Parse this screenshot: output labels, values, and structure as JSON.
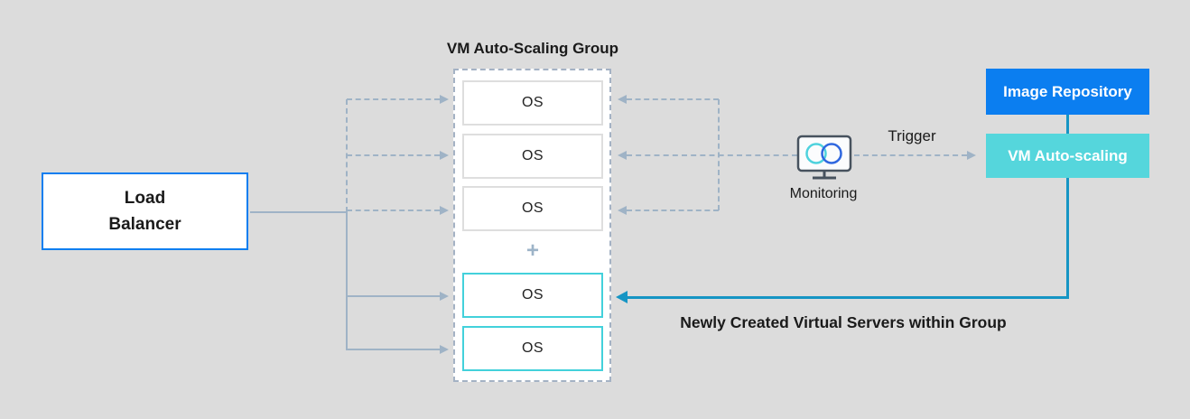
{
  "colors": {
    "canvas_bg": "#dcdcdc",
    "accent_blue": "#0b7ef0",
    "teal_fill": "#55d6dc",
    "teal_border": "#43d1db",
    "teal_line": "#1695c4",
    "line_gray": "#9fb3c6",
    "dash_border": "#a4b2c4",
    "box_gray_border": "#dedede",
    "plus_color": "#9db4c8",
    "text_dark": "#1a1a1a",
    "monitor_stroke": "#47525e",
    "monitor_circle_cyan": "#4ed2dd",
    "monitor_circle_blue": "#2f67df"
  },
  "load_balancer": {
    "label": "Load\nBalancer"
  },
  "group": {
    "title": "VM Auto-Scaling Group",
    "plus": "+",
    "servers": [
      {
        "label": "OS",
        "state": "existing"
      },
      {
        "label": "OS",
        "state": "existing"
      },
      {
        "label": "OS",
        "state": "existing"
      },
      {
        "label": "OS",
        "state": "new"
      },
      {
        "label": "OS",
        "state": "new"
      }
    ]
  },
  "monitoring": {
    "label": "Monitoring",
    "icon": "monitor-with-overlapping-circles"
  },
  "trigger": {
    "label": "Trigger"
  },
  "image_repository": {
    "label": "Image Repository"
  },
  "vm_auto_scaling": {
    "label": "VM Auto-scaling"
  },
  "annotation": {
    "label": "Newly Created Virtual Servers within Group"
  }
}
